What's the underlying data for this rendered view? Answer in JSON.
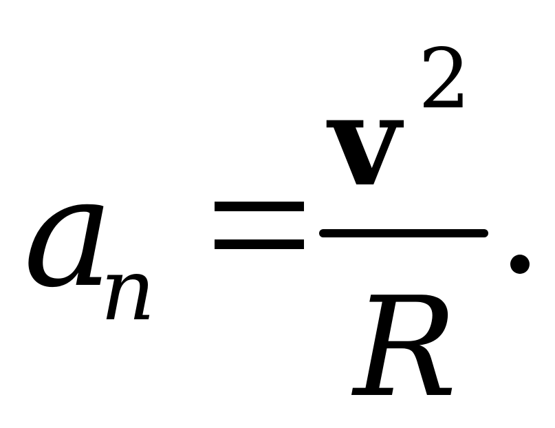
{
  "formula": {
    "variable": "a",
    "subscript": "n",
    "equals": "=",
    "numerator": "v",
    "exponent": "2",
    "denominator": "R",
    "terminator": "."
  }
}
